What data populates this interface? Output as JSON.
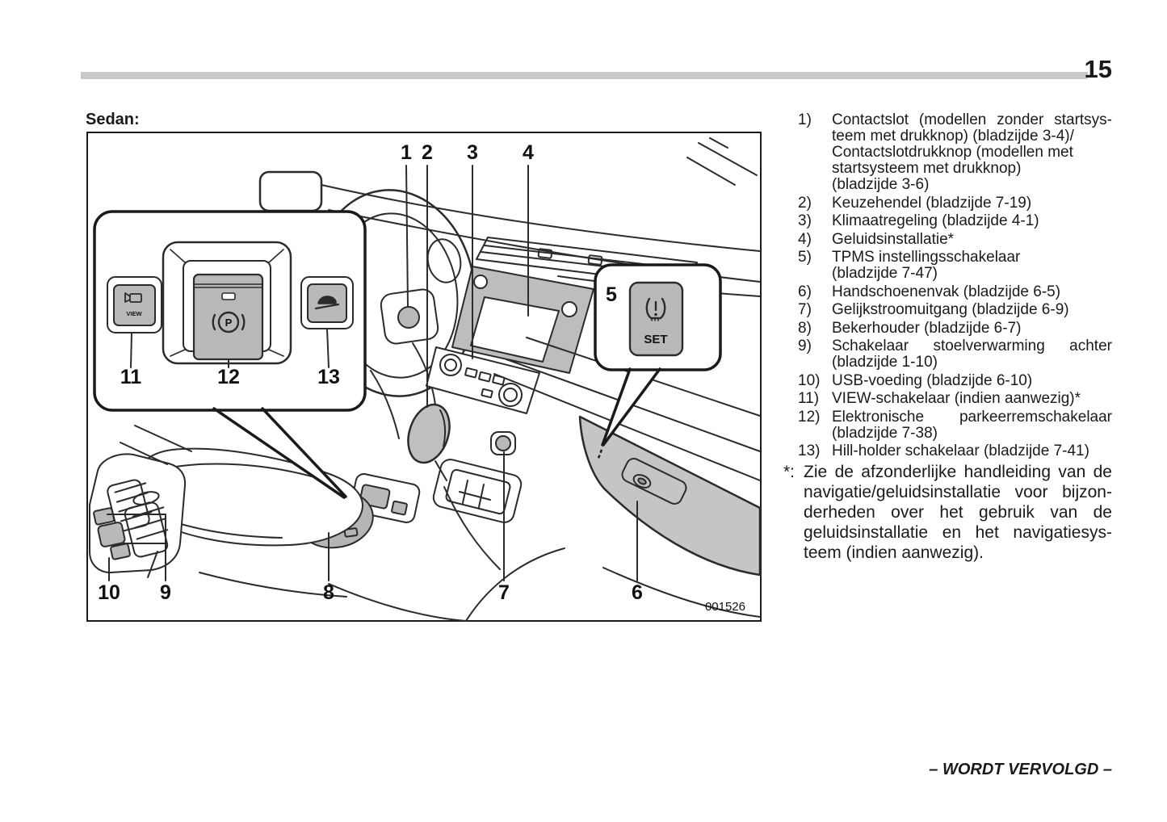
{
  "header": {
    "page_number": "15"
  },
  "figure": {
    "section_label": "Sedan:",
    "code": "001526",
    "callout_labels": {
      "n1": "1",
      "n2": "2",
      "n3": "3",
      "n4": "4",
      "n5": "5",
      "n6": "6",
      "n7": "7",
      "n8": "8",
      "n9": "9",
      "n10": "10",
      "n11": "11",
      "n12": "12",
      "n13": "13"
    },
    "buttons": {
      "view_label": "VIEW",
      "set_label": "SET",
      "park_label": "P"
    }
  },
  "legend": {
    "items": [
      {
        "num": "1)",
        "lines": [
          {
            "t": "Contactslot (modellen zonder startsys-",
            "j": true
          },
          {
            "t": "teem met drukknop) (bladzijde 3-4)/"
          },
          {
            "t": "Contactslotdrukknop (modellen met"
          },
          {
            "t": "startsysteem met drukknop)"
          },
          {
            "t": "(bladzijde 3-6)"
          }
        ]
      },
      {
        "num": "2)",
        "lines": [
          {
            "t": "Keuzehendel (bladzijde 7-19)"
          }
        ]
      },
      {
        "num": "3)",
        "lines": [
          {
            "t": "Klimaatregeling (bladzijde 4-1)"
          }
        ]
      },
      {
        "num": "4)",
        "lines": [
          {
            "t": "Geluidsinstallatie*"
          }
        ]
      },
      {
        "num": "5)",
        "lines": [
          {
            "t": "TPMS instellingsschakelaar"
          },
          {
            "t": "(bladzijde 7-47)"
          }
        ]
      },
      {
        "num": "6)",
        "lines": [
          {
            "t": "Handschoenenvak (bladzijde 6-5)"
          }
        ]
      },
      {
        "num": "7)",
        "lines": [
          {
            "t": "Gelijkstroomuitgang (bladzijde 6-9)"
          }
        ]
      },
      {
        "num": "8)",
        "lines": [
          {
            "t": "Bekerhouder (bladzijde 6-7)"
          }
        ]
      },
      {
        "num": "9)",
        "lines": [
          {
            "t": "Schakelaar stoelverwarming achter",
            "j": true
          },
          {
            "t": "(bladzijde 1-10)"
          }
        ]
      },
      {
        "num": "10)",
        "lines": [
          {
            "t": "USB-voeding (bladzijde 6-10)"
          }
        ]
      },
      {
        "num": "11)",
        "lines": [
          {
            "t": "VIEW-schakelaar (indien aanwezig)*"
          }
        ]
      },
      {
        "num": "12)",
        "lines": [
          {
            "t": "Elektronische parkeerremschakelaar",
            "j": true
          },
          {
            "t": "(bladzijde 7-38)"
          }
        ]
      },
      {
        "num": "13)",
        "lines": [
          {
            "t": "Hill-holder schakelaar (bladzijde 7-41)"
          }
        ]
      }
    ],
    "footnote": {
      "marker": "*:",
      "lines": [
        {
          "t": "Zie de afzonderlijke handleiding van de",
          "j": true
        },
        {
          "t": "navigatie/geluidsinstallatie voor bijzon-",
          "j": true
        },
        {
          "t": "derheden over het gebruik van de",
          "j": true
        },
        {
          "t": "geluidsinstallatie en het navigatiesys-",
          "j": true
        },
        {
          "t": "teem (indien aanwezig)."
        }
      ]
    }
  },
  "footer": {
    "continued": "– WORDT VERVOLGD –"
  }
}
